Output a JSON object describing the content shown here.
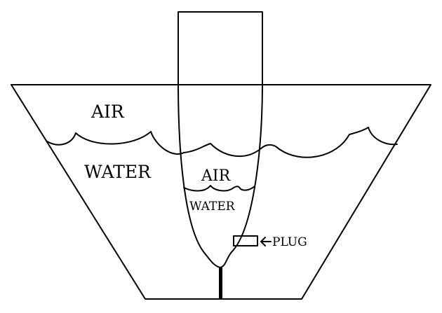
{
  "labels": {
    "outer_air": "AIR",
    "outer_water": "WATER",
    "inner_air": "AIR",
    "inner_water": "WATER",
    "plug": "PLUG"
  },
  "colors": {
    "ink": "#000000",
    "background": "#ffffff"
  },
  "icons": {
    "plug_pointer": "left-arrow-icon"
  }
}
